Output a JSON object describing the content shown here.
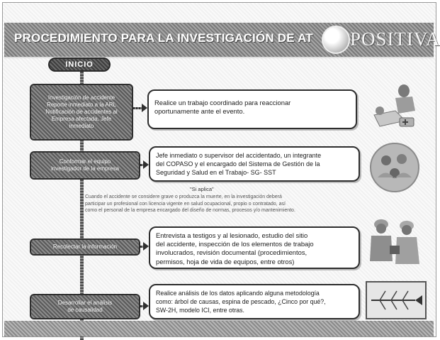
{
  "slide": {
    "title": "PROCEDIMIENTO PARA LA INVESTIGACIÓN DE AT",
    "logo_text": "POSITIVA"
  },
  "start": {
    "label": "INICIO"
  },
  "steps": [
    {
      "box_lines": [
        "Investigación de accidente",
        "Reporte inmediato a la ARL",
        "Notificación de accidentes al",
        "Empresa afectada, Jefe",
        "inmediato"
      ],
      "desc_lines": [
        "Realice  un  trabajo  coordinado  para  reaccionar",
        "oportunamente ante el evento."
      ],
      "icon": "first-aid-illustration"
    },
    {
      "box_lines": [
        "Conformar el equipo",
        "investigador de la empresa"
      ],
      "desc_lines": [
        "Jefe inmediato o supervisor del accidentado, un integrante",
        "del COPASO y el encargado del Sistema de Gestión de la",
        "Seguridad y Salud en el Trabajo- SG- SST"
      ],
      "icon": "team-photo-illustration"
    },
    {
      "box_lines": [
        "Recolectar la información"
      ],
      "desc_lines": [
        "Entrevista a testigos y al lesionado, estudio del sitio",
        "del accidente, inspección de los elementos de trabajo",
        "involucrados,  revisión  documental  (procedimientos,",
        "permisos, hoja de vida de equipos, entre otros)"
      ],
      "icon": "workers-illustration"
    },
    {
      "box_lines": [
        "Desarrollar el análisis",
        "de causalidad"
      ],
      "desc_lines": [
        "Realice análisis de los datos aplicando alguna metodología",
        "como: árbol de causas, espina de pescado, ¿Cinco por qué?,",
        "SW-2H, modelo ICI, entre otras."
      ],
      "icon": "fishbone-illustration"
    }
  ],
  "note": {
    "title": "\"Si aplica\"",
    "lines": [
      "Cuando el accidente se considere grave o produzca la muerte, en la investigación deberá",
      "participar un profesional con licencia vigente en salud ocupacional, propio o contratado, así",
      "como el personal de la empresa encargado del diseño de normas, procesos y/o mantenimiento."
    ]
  }
}
